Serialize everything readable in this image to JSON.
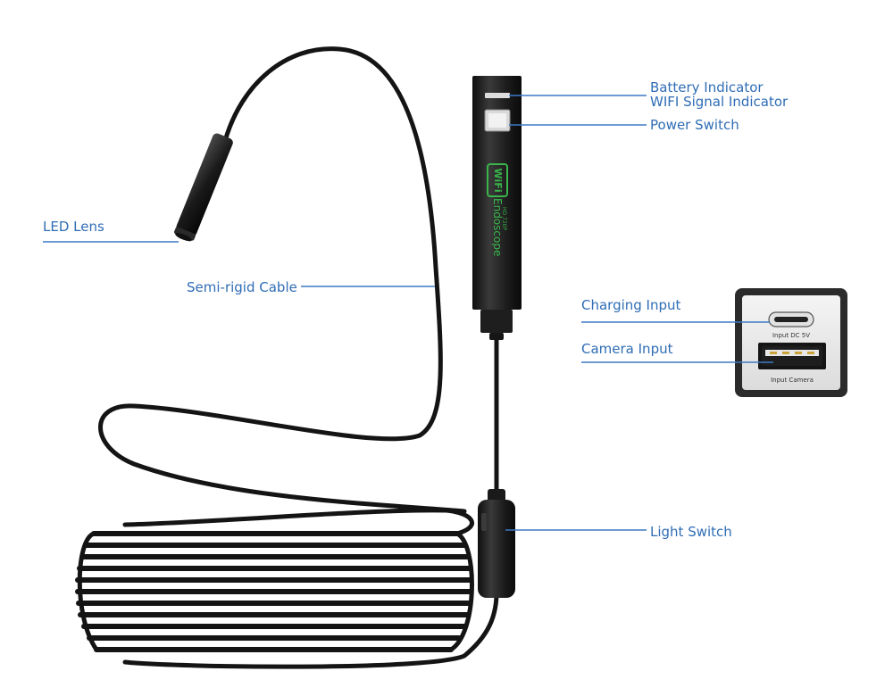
{
  "callouts": {
    "battery_indicator": "Battery Indicator",
    "wifi_signal_indicator": "WIFI Signal Indicator",
    "power_switch": "Power Switch",
    "led_lens": "LED Lens",
    "semi_rigid_cable": "Semi-rigid Cable",
    "charging_input": "Charging Input",
    "camera_input": "Camera Input",
    "light_switch": "Light Switch"
  },
  "device": {
    "wifi_badge": "WiFi",
    "product_name": "Endoscope",
    "model": "HD 720P"
  },
  "ports_panel": {
    "dc_label": "Input DC 5V",
    "camera_label": "Input Camera"
  },
  "colors": {
    "callout_text": "#2f6db5",
    "leader_line": "#3b78c4",
    "cable": "#141414",
    "device_body": "#1a1a1a",
    "wifi_badge": "#39b54a",
    "panel_frame": "#2b2b2b",
    "panel_face": "#e9e9e9"
  }
}
